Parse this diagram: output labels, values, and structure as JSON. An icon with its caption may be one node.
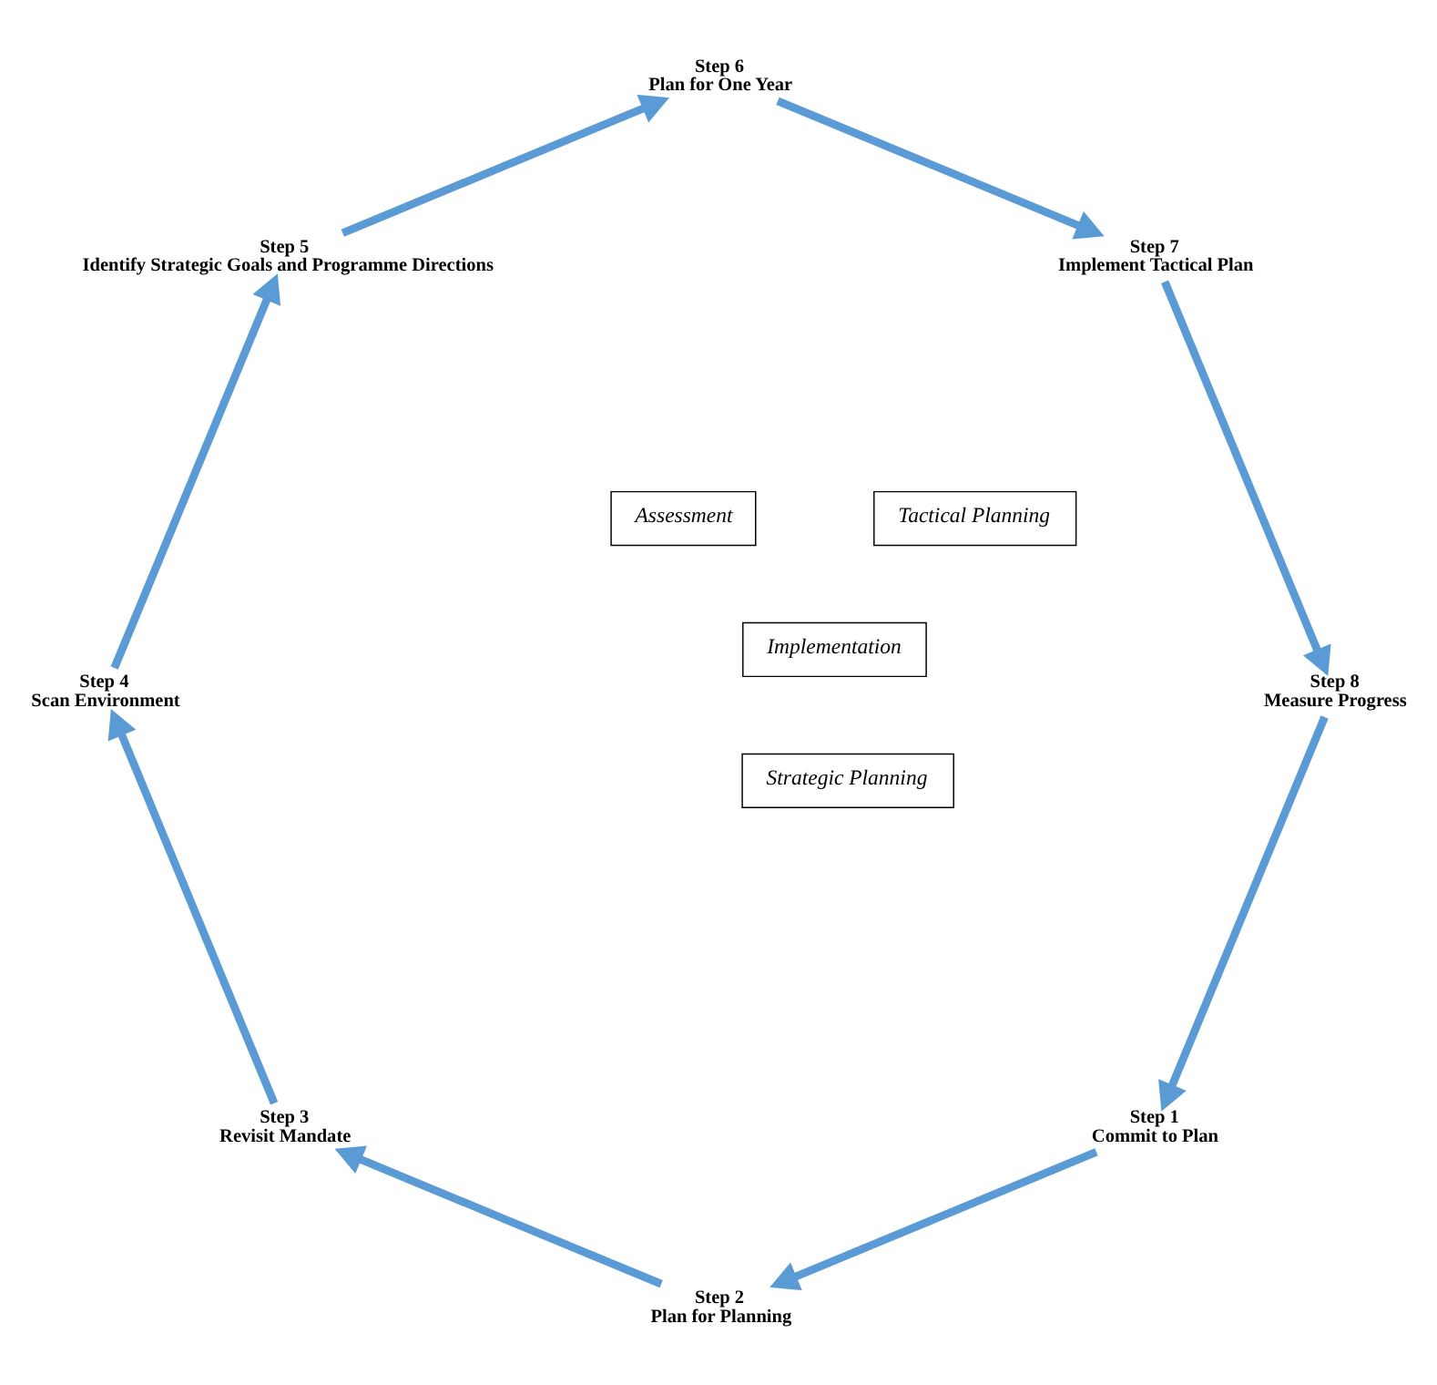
{
  "diagram": {
    "nodes": [
      {
        "text": [
          "Step 1",
          "Commit to Plan"
        ]
      },
      {
        "text": [
          "Step 2",
          "Plan for Planning"
        ]
      },
      {
        "text": [
          "Step 3",
          "Revisit Mandate"
        ]
      },
      {
        "text": [
          "Step 4",
          "Scan Environment"
        ]
      },
      {
        "text": [
          "Step 5",
          "Identify Strategic Goals and Programme Directions"
        ]
      },
      {
        "text": [
          "Step 6",
          "Plan for One Year"
        ]
      },
      {
        "text": [
          "Step 7",
          "Implement Tactical Plan"
        ]
      },
      {
        "text": [
          "Step 8",
          "Measure Progress"
        ]
      },
      {
        "text": [
          "Assessment"
        ]
      },
      {
        "text": [
          "Implementation"
        ]
      },
      {
        "text": [
          "Strategic Planning"
        ]
      },
      {
        "text": [
          "Tactical Planning"
        ]
      }
    ],
    "edges": [
      {
        "from": 0,
        "to": 1,
        "arrow": "to"
      },
      {
        "from": 1,
        "to": 2,
        "arrow": "to"
      },
      {
        "from": 2,
        "to": 3,
        "arrow": "to"
      },
      {
        "from": 3,
        "to": 4,
        "arrow": "to"
      },
      {
        "from": 4,
        "to": 5,
        "arrow": "to"
      },
      {
        "from": 5,
        "to": 6,
        "arrow": "to"
      },
      {
        "from": 6,
        "to": 7,
        "arrow": "to"
      },
      {
        "from": 7,
        "to": 0,
        "arrow": "to"
      }
    ]
  }
}
